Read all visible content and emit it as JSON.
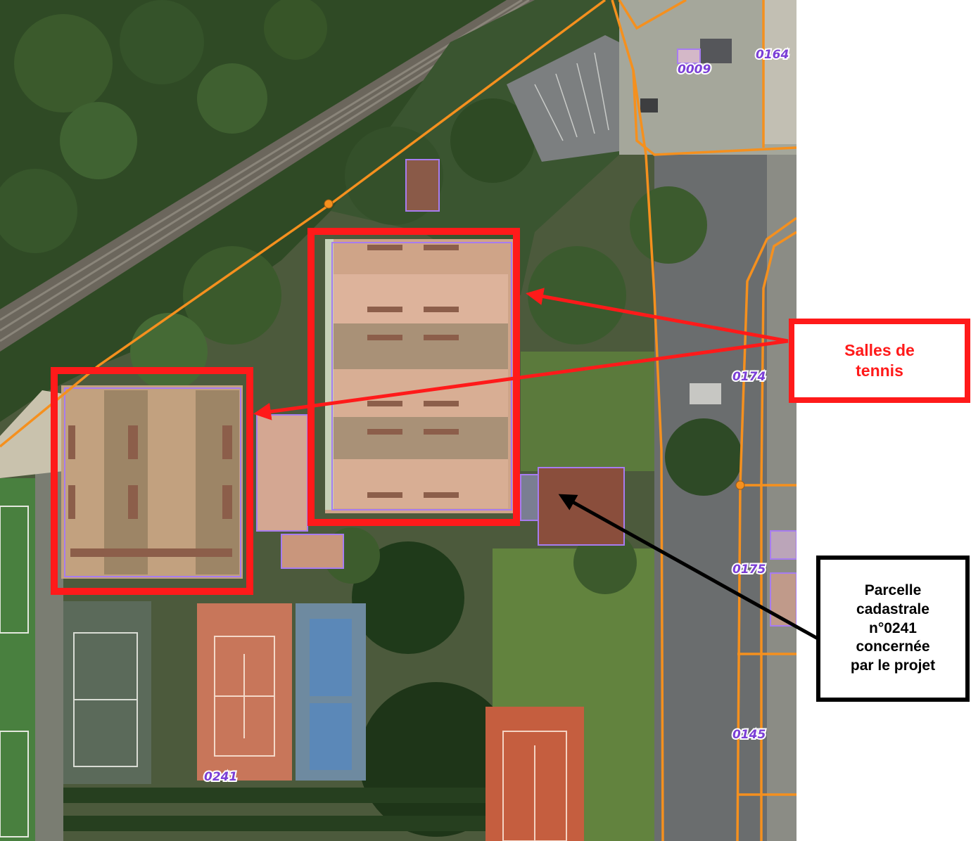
{
  "parcels": [
    {
      "id": "0009",
      "label": "0009"
    },
    {
      "id": "0164",
      "label": "0164"
    },
    {
      "id": "0174",
      "label": "0174"
    },
    {
      "id": "0175",
      "label": "0175"
    },
    {
      "id": "0145",
      "label": "0145"
    },
    {
      "id": "0241",
      "label": "0241"
    }
  ],
  "callouts": {
    "tennis": {
      "lines": [
        "Salles de",
        "tennis"
      ],
      "color": "#ff1a1a"
    },
    "parcel": {
      "lines": [
        "Parcelle",
        "cadastrale",
        "n°0241",
        "concernée",
        "par le projet"
      ],
      "color": "#000000"
    }
  },
  "colors": {
    "parcel_boundary": "#f5901e",
    "building_outline": "#a77cf0",
    "highlight": "#ff1a1a",
    "parcel_label": "#7b3fd6"
  }
}
